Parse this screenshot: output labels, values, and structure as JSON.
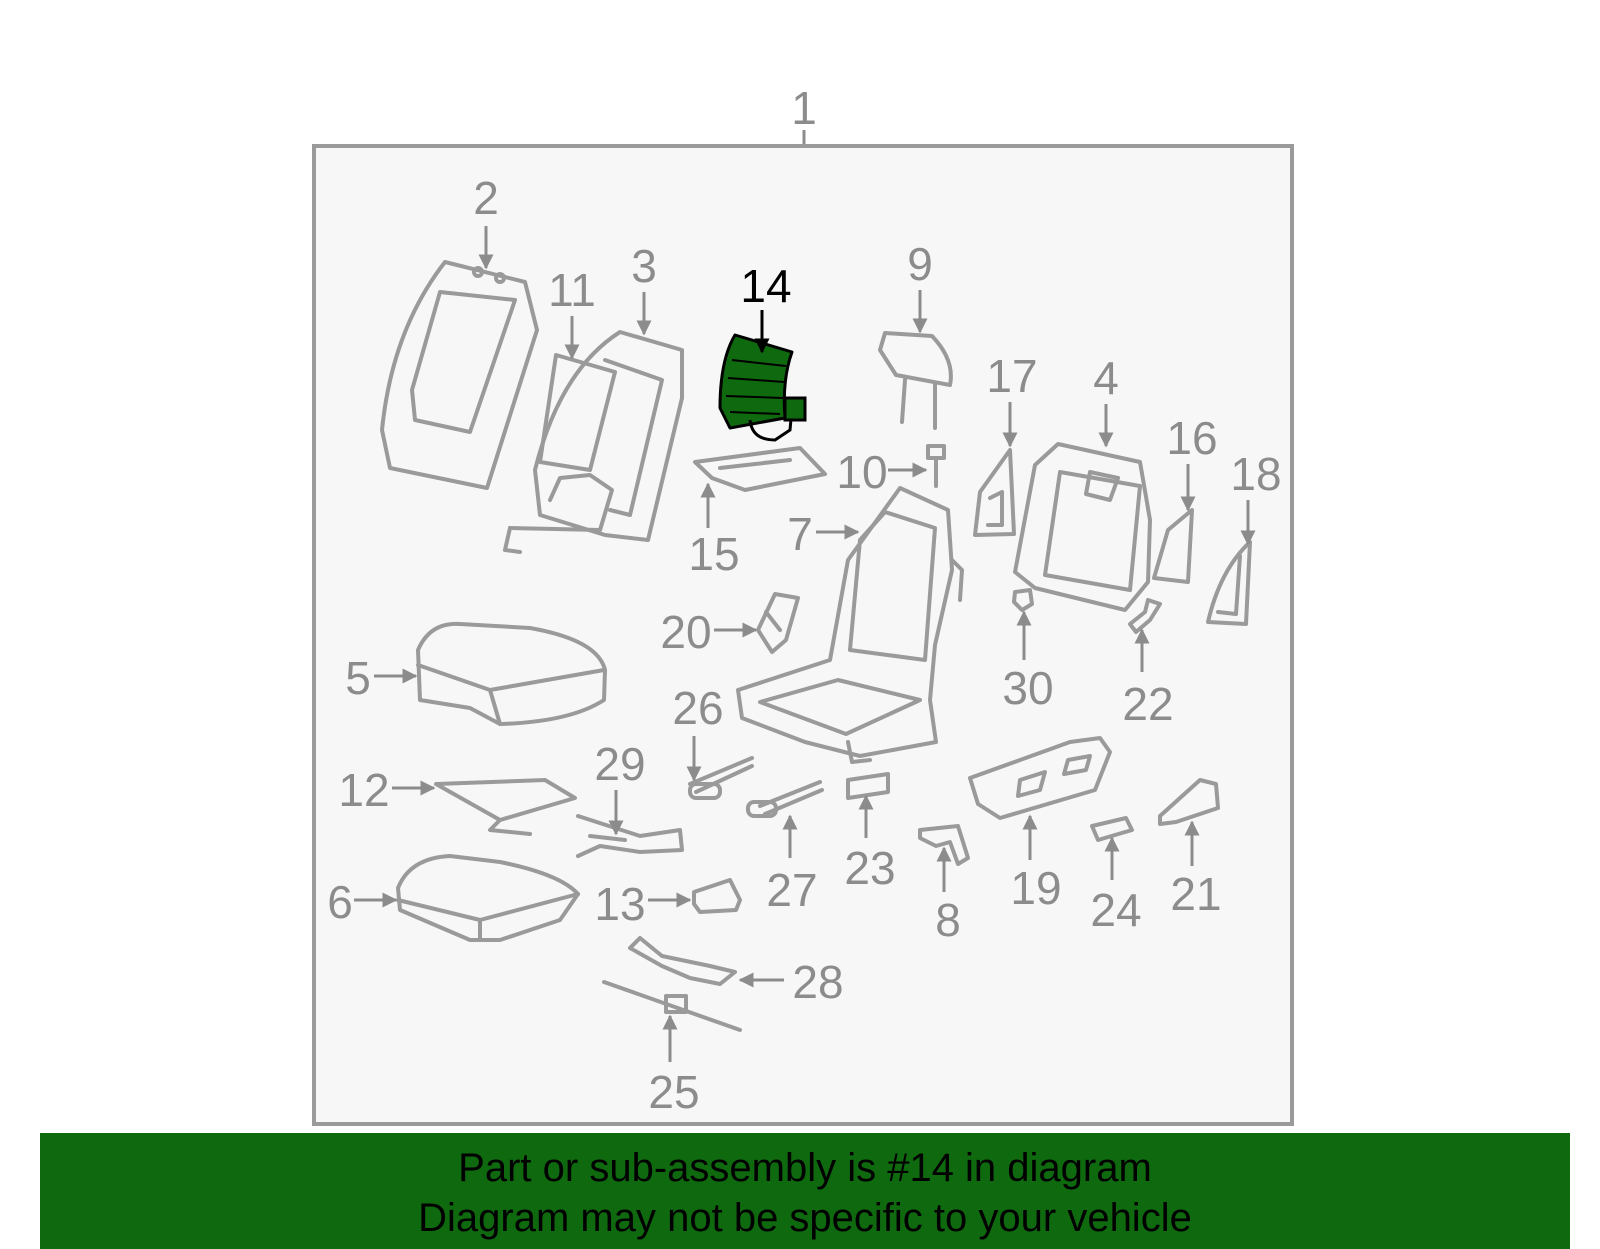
{
  "diagram": {
    "highlight_color": "#0f6a0f",
    "frame_fill": "#f7f7f7",
    "frame_stroke": "#9a9a9a",
    "assembly_label": "1",
    "highlighted_part": "14",
    "callouts": {
      "c2": "2",
      "c3": "3",
      "c4": "4",
      "c5": "5",
      "c6": "6",
      "c7": "7",
      "c8": "8",
      "c9": "9",
      "c10": "10",
      "c11": "11",
      "c12": "12",
      "c13": "13",
      "c14": "14",
      "c15": "15",
      "c16": "16",
      "c17": "17",
      "c18": "18",
      "c19": "19",
      "c20": "20",
      "c21": "21",
      "c22": "22",
      "c23": "23",
      "c24": "24",
      "c25": "25",
      "c26": "26",
      "c27": "27",
      "c28": "28",
      "c29": "29",
      "c30": "30"
    }
  },
  "banner": {
    "line1": "Part or sub-assembly is #14 in diagram",
    "line2": "Diagram may not be specific to your vehicle"
  }
}
